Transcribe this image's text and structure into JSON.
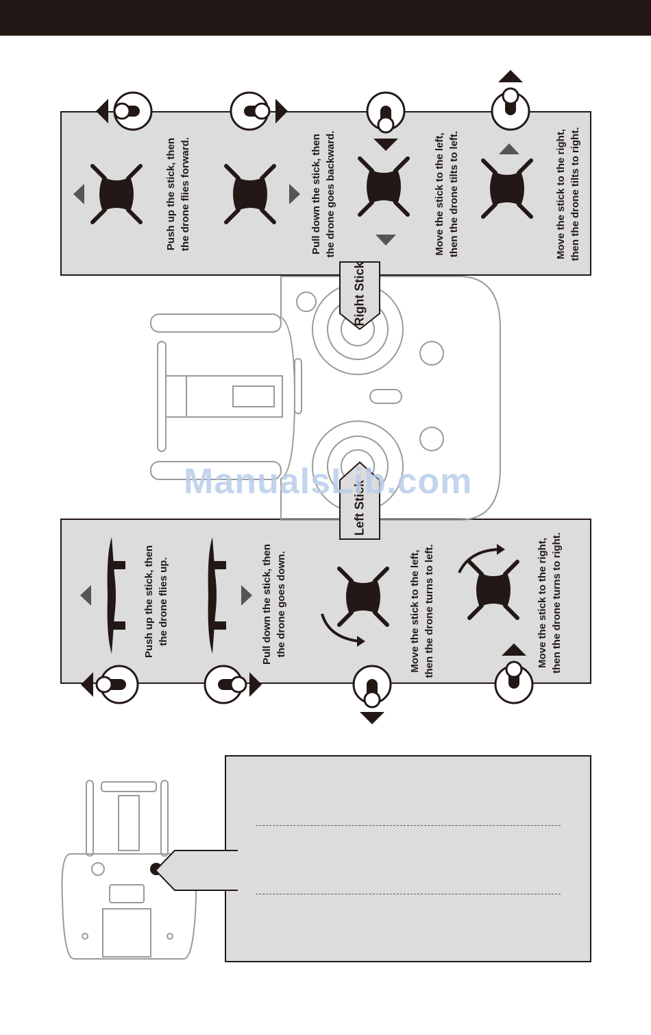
{
  "right_stick": {
    "label": "Right Stick",
    "items": [
      {
        "text": "Push up the stick, then\nthe drone flies forward."
      },
      {
        "text": "Pull down the stick, then\nthe drone goes backward."
      },
      {
        "text": "Move the stick to the left,\nthen the drone tilts to left."
      },
      {
        "text": "Move the stick to the right,\nthen the drone tilts to right."
      }
    ]
  },
  "left_stick": {
    "label": "Left Stick",
    "items": [
      {
        "text": "Push up the stick, then\nthe drone flies up."
      },
      {
        "text": "Pull down the stick, then\nthe drone goes down."
      },
      {
        "text": "Move the stick to the left,\nthen the drone turns to left."
      },
      {
        "text": "Move the stick to the right,\nthen the drone turns to right."
      }
    ]
  },
  "watermark": "ManualsLib.com",
  "colors": {
    "ink": "#231815",
    "panel": "#dcdcdc",
    "outline": "#9a9a9a"
  }
}
